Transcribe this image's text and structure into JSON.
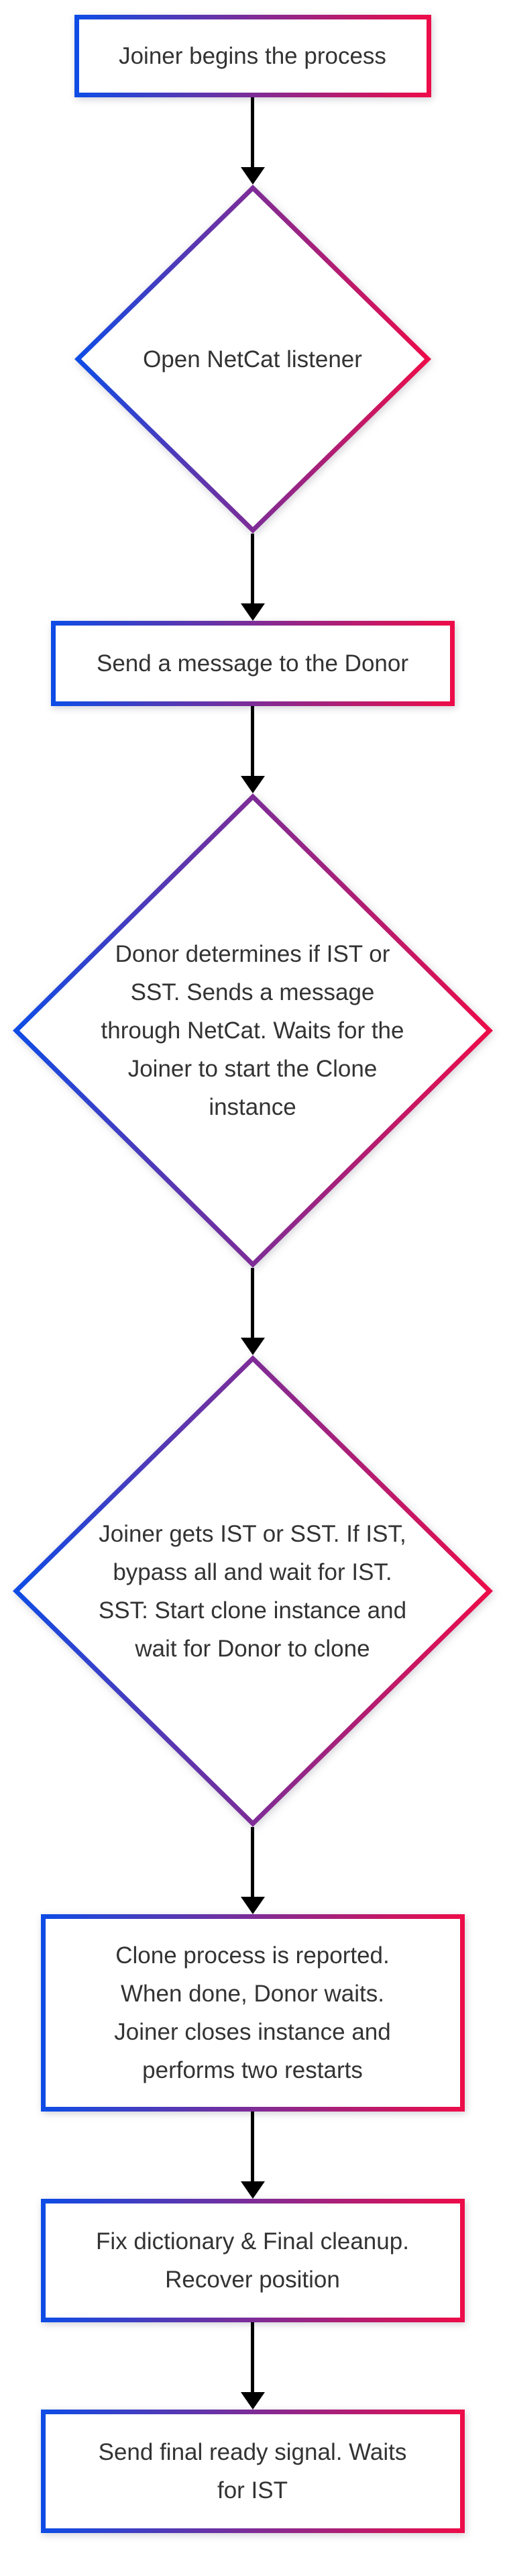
{
  "diagram": {
    "type": "flowchart",
    "direction": "top-down",
    "background": "#ffffff",
    "text_color": "#333333",
    "arrow_color": "#000000",
    "accent_gradient": {
      "from": "#0f4ce5",
      "to": "#ec0c49"
    },
    "nodes": [
      {
        "id": "joiner-begins",
        "shape": "rectangle",
        "label": "Joiner begins the process"
      },
      {
        "id": "open-netcat",
        "shape": "diamond",
        "label": "Open NetCat listener"
      },
      {
        "id": "send-message",
        "shape": "rectangle",
        "label": "Send a message to the Donor"
      },
      {
        "id": "donor-determines",
        "shape": "diamond",
        "label": "Donor determines if IST or\nSST. Sends a message\nthrough NetCat. Waits for the\nJoiner to start the Clone\ninstance"
      },
      {
        "id": "joiner-gets",
        "shape": "diamond",
        "label": "Joiner gets IST or SST. If IST,\nbypass all and wait for IST.\nSST: Start clone instance and\nwait for Donor to clone"
      },
      {
        "id": "clone-reported",
        "shape": "rectangle",
        "label": "Clone process is reported.\nWhen done, Donor waits.\nJoiner closes instance and\nperforms two restarts"
      },
      {
        "id": "fix-dictionary",
        "shape": "rectangle",
        "label": "Fix dictionary & Final cleanup.\nRecover position"
      },
      {
        "id": "final-ready",
        "shape": "rectangle",
        "label": "Send final ready signal. Waits\nfor IST"
      }
    ],
    "connections": [
      {
        "from": "joiner-begins",
        "to": "open-netcat"
      },
      {
        "from": "open-netcat",
        "to": "send-message"
      },
      {
        "from": "send-message",
        "to": "donor-determines"
      },
      {
        "from": "donor-determines",
        "to": "joiner-gets"
      },
      {
        "from": "joiner-gets",
        "to": "clone-reported"
      },
      {
        "from": "clone-reported",
        "to": "fix-dictionary"
      },
      {
        "from": "fix-dictionary",
        "to": "final-ready"
      }
    ]
  }
}
